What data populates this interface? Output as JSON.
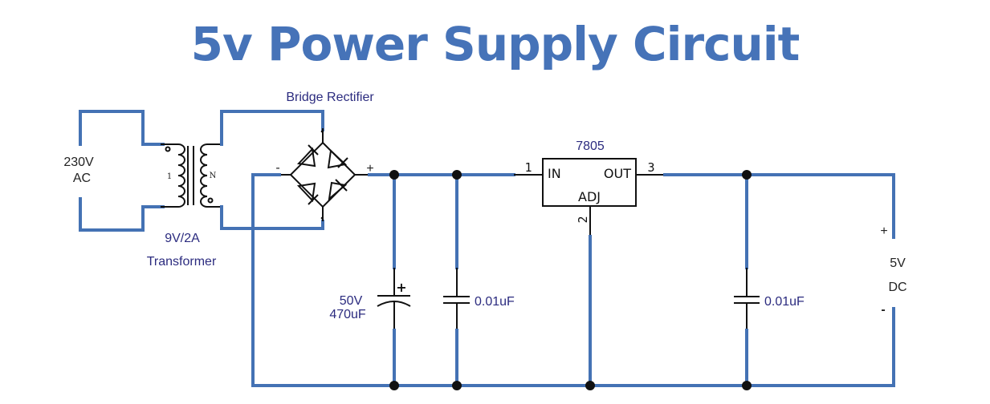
{
  "title": "5v Power Supply Circuit",
  "colors": {
    "wire": "#4472b4",
    "title": "#4673b8",
    "label": "#2b2b7f",
    "component": "#111111"
  },
  "input": {
    "voltage": "230V",
    "type": "AC"
  },
  "transformer": {
    "rating": "9V/2A",
    "label": "Transformer",
    "primary_mark": "1",
    "secondary_mark": "N"
  },
  "bridge": {
    "label": "Bridge Rectifier",
    "minus": "-",
    "plus": "+"
  },
  "filter_cap": {
    "voltage": "50V",
    "capacitance": "470uF",
    "polarity": "+"
  },
  "cap_in": {
    "value": "0.01uF"
  },
  "regulator": {
    "part": "7805",
    "pin_in": "IN",
    "pin_out": "OUT",
    "pin_adj": "ADJ",
    "pin1": "1",
    "pin2": "2",
    "pin3": "3"
  },
  "cap_out": {
    "value": "0.01uF"
  },
  "output": {
    "plus": "+",
    "voltage": "5V",
    "type": "DC",
    "minus": "-"
  }
}
